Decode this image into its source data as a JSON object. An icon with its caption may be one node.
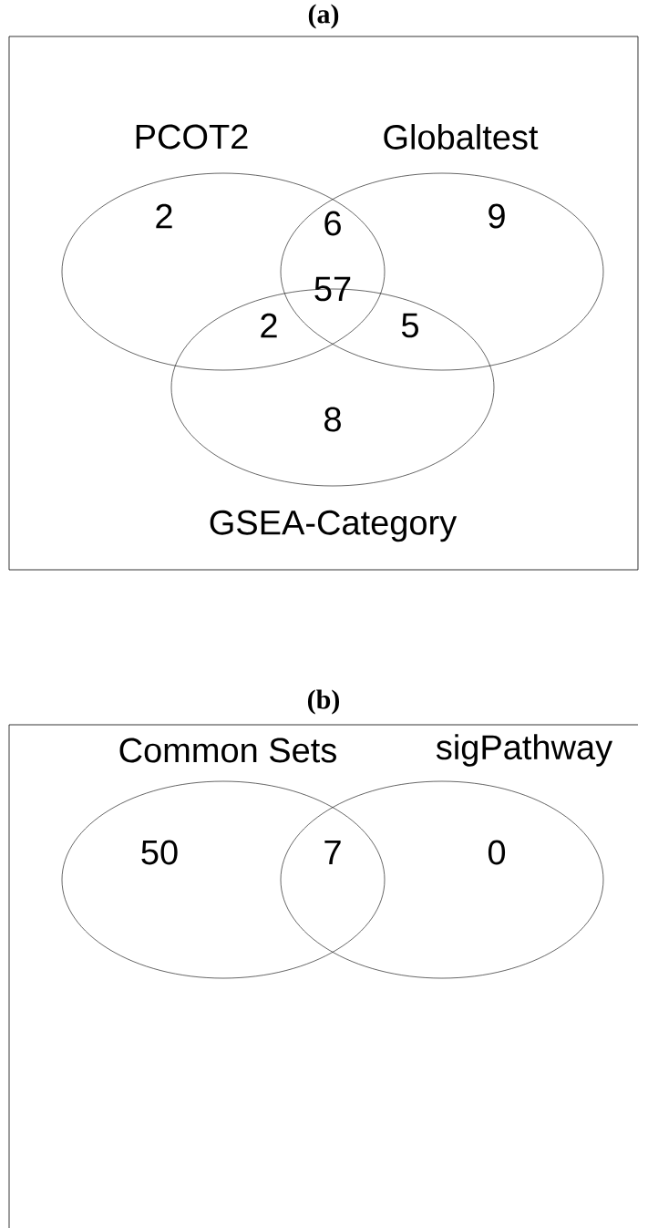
{
  "diagram": {
    "nodes": [
      {
        "text": [
          "(a)"
        ]
      },
      {
        "text": [
          "PCOT2"
        ],
        "in": 0
      },
      {
        "text": [
          "Globaltest"
        ],
        "in": 0
      },
      {
        "text": [
          "GSEA-Category"
        ],
        "in": 0
      },
      {
        "text": [
          "(b)"
        ]
      },
      {
        "text": [
          "Common Sets"
        ],
        "in": 4
      },
      {
        "text": [
          "sigPathway"
        ],
        "in": 4
      }
    ],
    "labels": [
      "2",
      "6",
      "9",
      "57",
      "2",
      "5",
      "8",
      "50",
      "7",
      "0"
    ]
  }
}
